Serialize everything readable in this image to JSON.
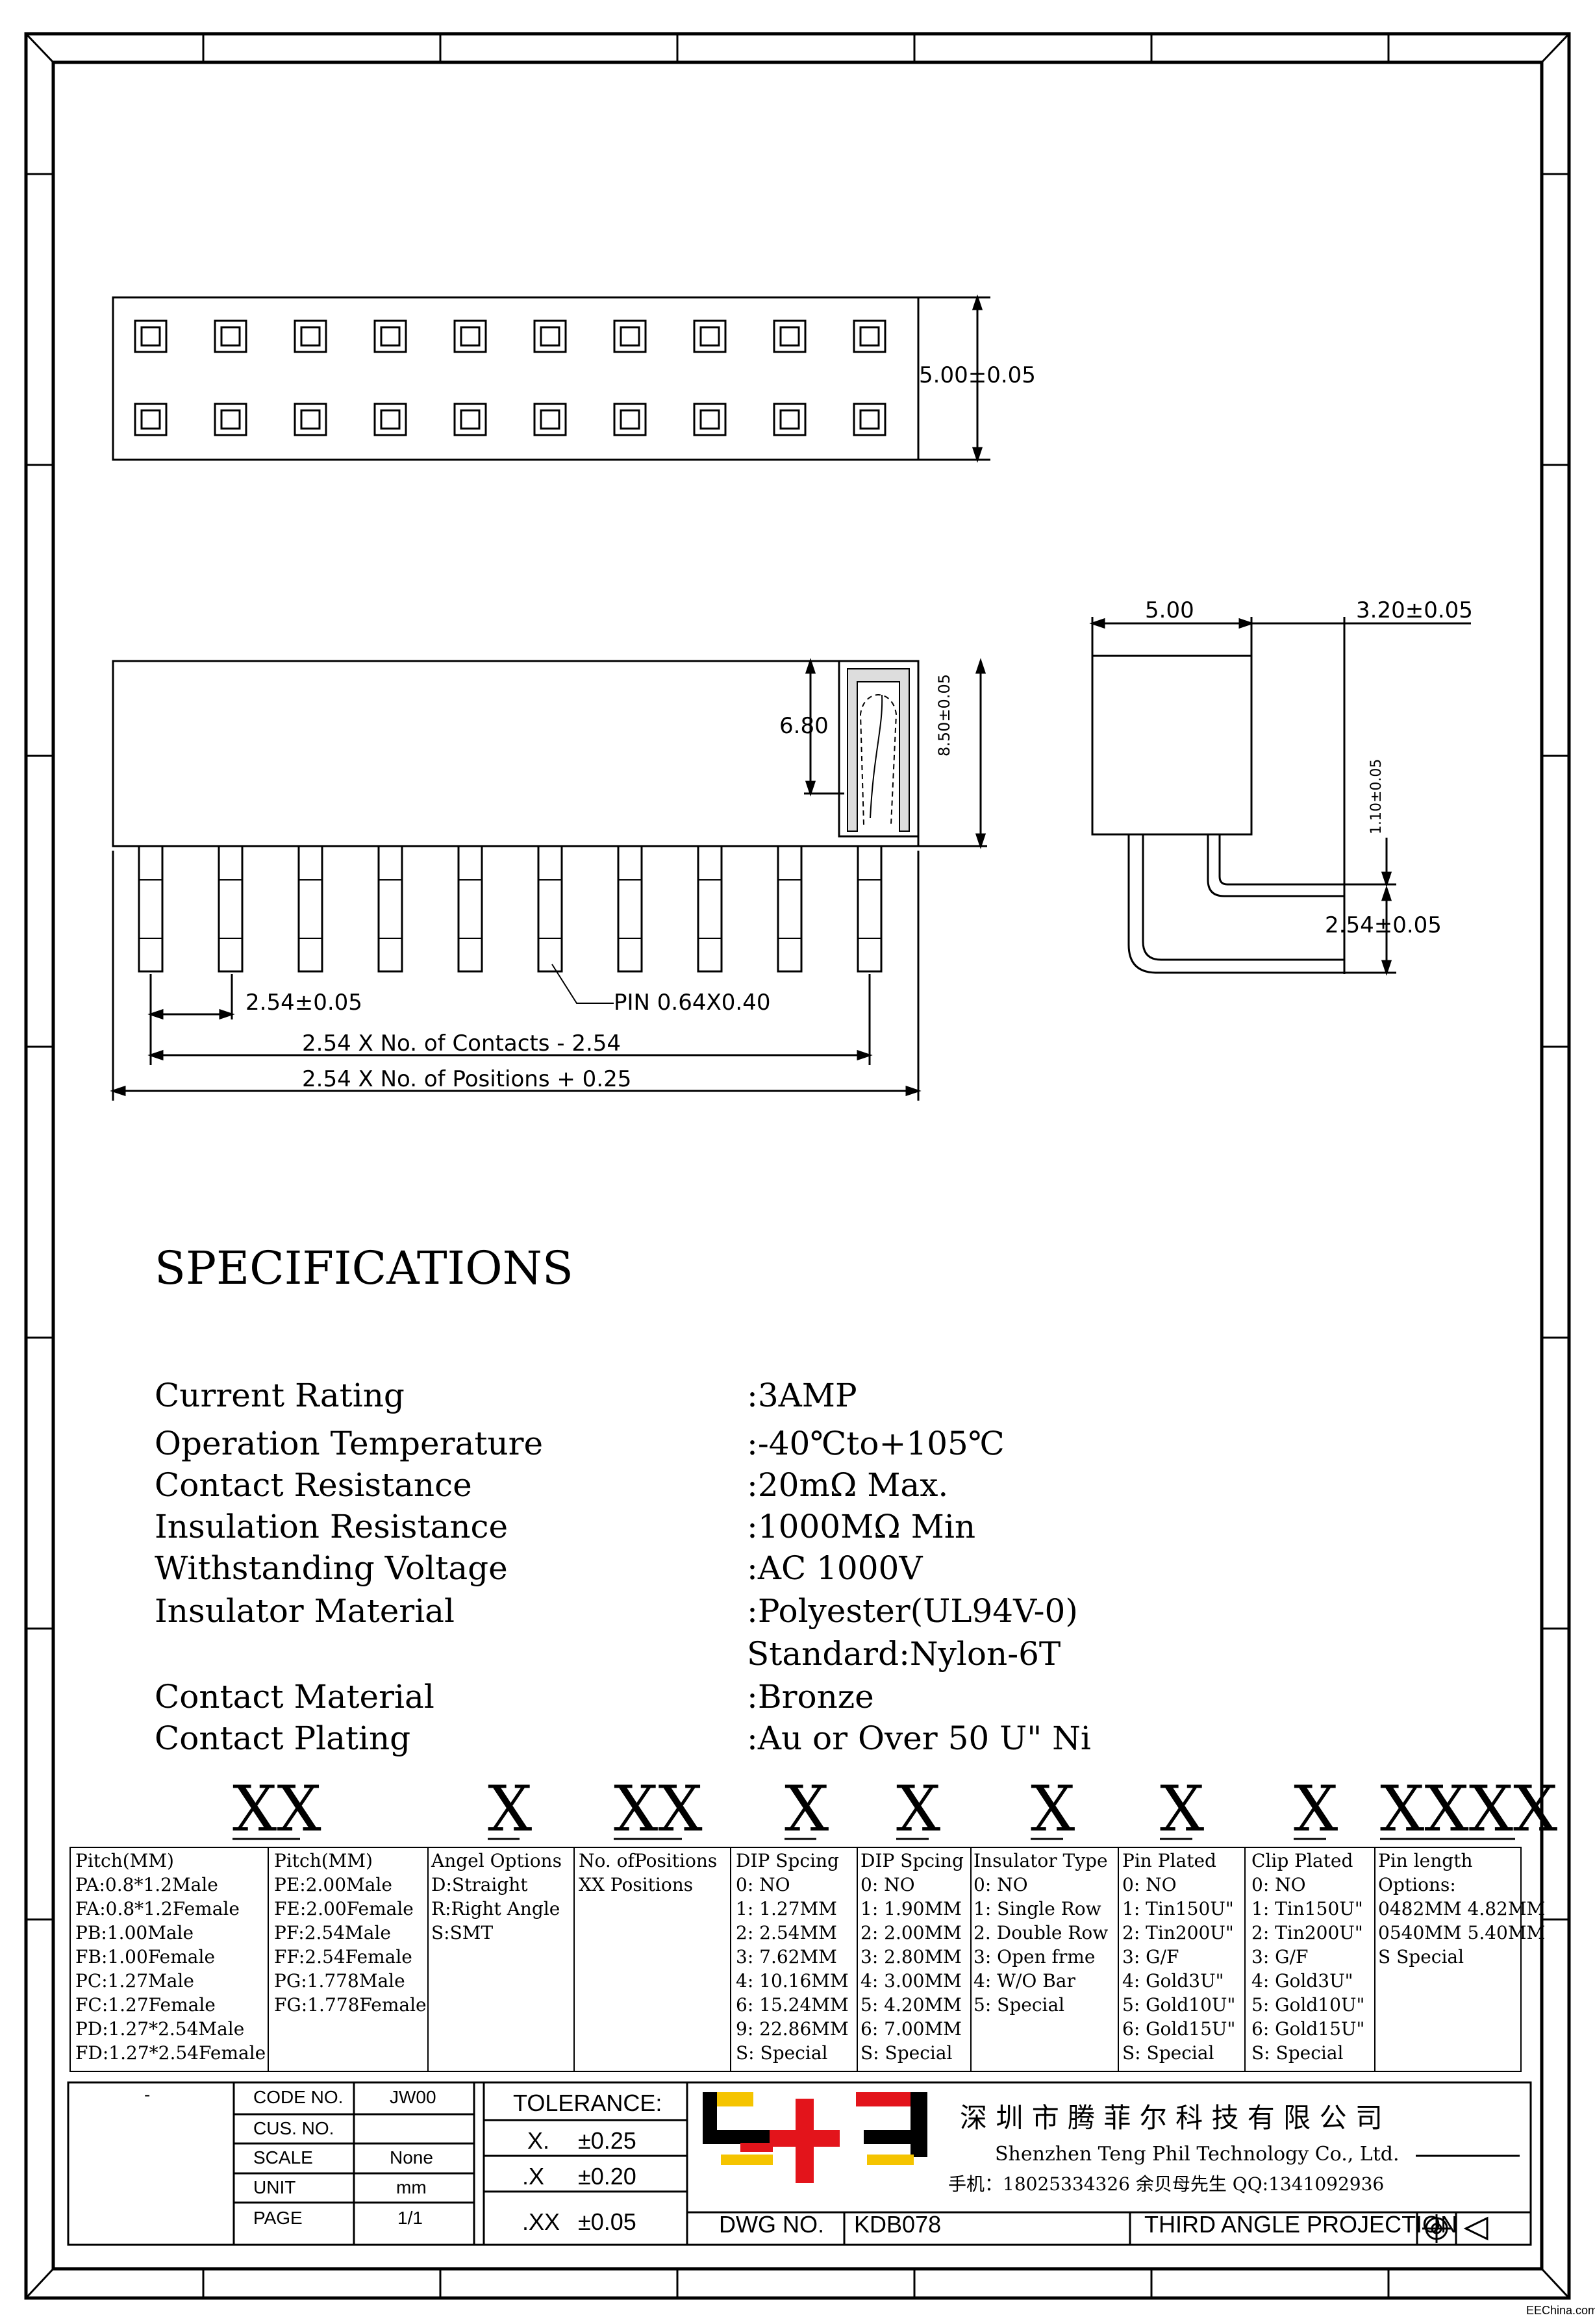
{
  "drawing": {
    "dims": {
      "height": "5.00±0.05",
      "side_width": "5.00",
      "side_offset": "3.20±0.05",
      "body_height_inner": "6.80",
      "body_height": "8.50±0.05",
      "tail": "1.10±0.05",
      "row_pitch": "2.54±0.05",
      "pitch": "2.54±0.05",
      "pin": "PIN 0.64X0.40",
      "formula_contacts": "2.54 X No. of Contacts - 2.54",
      "formula_positions": "2.54 X No. of Positions + 0.25"
    }
  },
  "specs": {
    "title": "SPECIFICATIONS",
    "rows": [
      {
        "label": "Current Rating",
        "value": ":3AMP"
      },
      {
        "label": "Operation Temperature",
        "value": ":-40℃to+105℃"
      },
      {
        "label": "Contact Resistance",
        "value": ":20mΩ Max."
      },
      {
        "label": "Insulation Resistance",
        "value": ":1000MΩ Min"
      },
      {
        "label": "Withstanding Voltage",
        "value": ":AC 1000V"
      },
      {
        "label": "Insulator Material",
        "value": ":Polyester(UL94V-0)"
      },
      {
        "label": "",
        "value": "Standard:Nylon-6T"
      },
      {
        "label": "Contact Material",
        "value": ":Bronze"
      },
      {
        "label": "Contact Plating",
        "value": ":Au or Over 50 U\" Ni"
      }
    ]
  },
  "ordering": {
    "codes": [
      "XX",
      "X",
      "XX",
      "X",
      "X",
      "X",
      "X",
      "X",
      "XXXX"
    ],
    "pitch_left": [
      "Pitch(MM)",
      "PA:0.8*1.2Male",
      "FA:0.8*1.2Female",
      "PB:1.00Male",
      "FB:1.00Female",
      "PC:1.27Male",
      "FC:1.27Female",
      "PD:1.27*2.54Male",
      "FD:1.27*2.54Female"
    ],
    "pitch_right": [
      "Pitch(MM)",
      "PE:2.00Male",
      "FE:2.00Female",
      "PF:2.54Male",
      "FF:2.54Female",
      "PG:1.778Male",
      "FG:1.778Female"
    ],
    "angle": [
      "Angel Options",
      "D:Straight",
      "R:Right Angle",
      "S:SMT"
    ],
    "positions": [
      "No. ofPositions",
      "XX Positions"
    ],
    "dip1": [
      "DIP Spcing",
      "0: NO",
      "1: 1.27MM",
      "2: 2.54MM",
      "3: 7.62MM",
      "4: 10.16MM",
      "6: 15.24MM",
      "9: 22.86MM",
      "S: Special"
    ],
    "dip2": [
      "DIP Spcing",
      "0: NO",
      "1: 1.90MM",
      "2: 2.00MM",
      "3: 2.80MM",
      "4: 3.00MM",
      "5: 4.20MM",
      "6: 7.00MM",
      "S: Special"
    ],
    "insulator": [
      "Insulator Type",
      "0: NO",
      "1: Single Row",
      "2. Double Row",
      "3: Open frme",
      "4: W/O Bar",
      "5: Special"
    ],
    "pin_plated": [
      "Pin Plated",
      "0: NO",
      "1: Tin150U\"",
      "2: Tin200U\"",
      "3: G/F",
      "4: Gold3U\"",
      "5: Gold10U\"",
      "6: Gold15U\"",
      "S: Special"
    ],
    "clip_plated": [
      "Clip Plated",
      "0: NO",
      "1: Tin150U\"",
      "2: Tin200U\"",
      "3: G/F",
      "4: Gold3U\"",
      "5: Gold10U\"",
      "6: Gold15U\"",
      "S: Special"
    ],
    "pin_length": [
      "Pin length",
      "Options:",
      "0482MM 4.82MM",
      "0540MM 5.40MM",
      "S Special"
    ]
  },
  "title_block": {
    "dash": "-",
    "code_no_label": "CODE NO.",
    "code_no": "JW00",
    "cus_no_label": "CUS. NO.",
    "cus_no": "",
    "scale_label": "SCALE",
    "scale": "None",
    "unit_label": "UNIT",
    "unit": "mm",
    "page_label": "PAGE",
    "page": "1/1",
    "tolerance_label": "TOLERANCE:",
    "tol_x_label": "X.",
    "tol_x": "±0.25",
    "tol_x1_label": ".X",
    "tol_x1": "±0.20",
    "tol_x2_label": ".XX",
    "tol_x2": "±0.05",
    "company_cn": "深 圳 市 腾 菲 尔 科 技 有 限 公 司",
    "company_en": "Shenzhen Teng Phil Technology Co., Ltd.",
    "contact": "手机：18025334326 余贝母先生    QQ:1341092936",
    "dwg_label": "DWG NO.",
    "dwg_no": "KDB078",
    "projection": "THIRD ANGLE PROJECTION",
    "watermark": "EEChina.com",
    "logo_colors": {
      "black": "#000000",
      "yellow": "#f5c400",
      "red": "#e3141b"
    }
  }
}
